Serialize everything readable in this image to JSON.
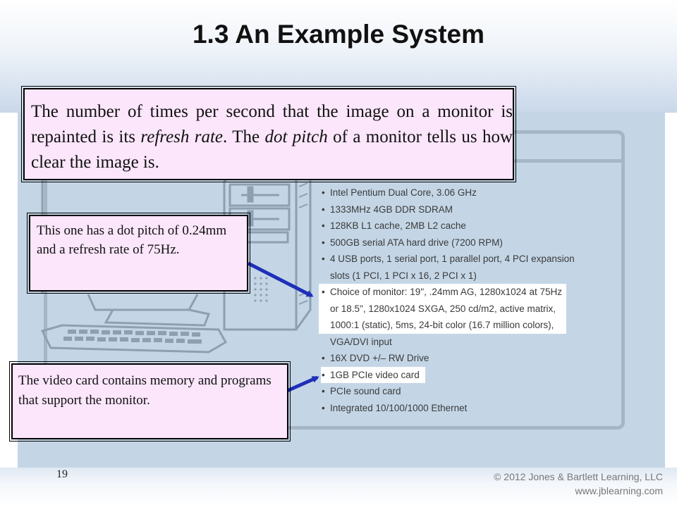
{
  "slide": {
    "title": "1.3 An Example System",
    "page_number": "19",
    "copyright": "© 2012 Jones & Bartlett Learning, LLC",
    "website": "www.jblearning.com"
  },
  "callouts": {
    "refresh": {
      "part1": "The number of times per second that the image on a monitor is repainted is its ",
      "term1": "refresh rate",
      "part2": ". The ",
      "term2": "dot pitch",
      "part3": " of a monitor tells us how clear the image is."
    },
    "dot_pitch": "This one has a dot pitch of 0.24mm and a refresh rate of 75Hz.",
    "video_card": "The video card contains memory and programs that support the monitor."
  },
  "specs": {
    "item1": "Intel Pentium Dual Core, 3.06 GHz",
    "item2": "1333MHz 4GB DDR SDRAM",
    "item3": "128KB L1 cache, 2MB L2 cache",
    "item4": "500GB serial ATA hard drive (7200 RPM)",
    "item5_line1": "4 USB ports, 1 serial port, 1 parallel port, 4 PCI expansion",
    "item5_line2": "slots (1 PCI, 1 PCI x 16, 2 PCI x 1)",
    "item6_line1": "Choice of monitor: 19\", .24mm AG, 1280x1024 at 75Hz",
    "item6_line2": "or 18.5\", 1280x1024 SXGA, 250 cd/m2, active matrix,",
    "item6_line3": "1000:1 (static), 5ms, 24-bit color (16.7 million colors),",
    "item6_line4": "VGA/DVI input",
    "item7": "16X DVD +/– RW Drive",
    "item8": "1GB PCIe video card",
    "item9": "PCIe sound card",
    "item10": "Integrated 10/100/1000 Ethernet"
  },
  "colors": {
    "callout_fill": "#fbe6fb",
    "panel_fill": "#c4d6e6",
    "arrow": "#1f2fb8"
  }
}
